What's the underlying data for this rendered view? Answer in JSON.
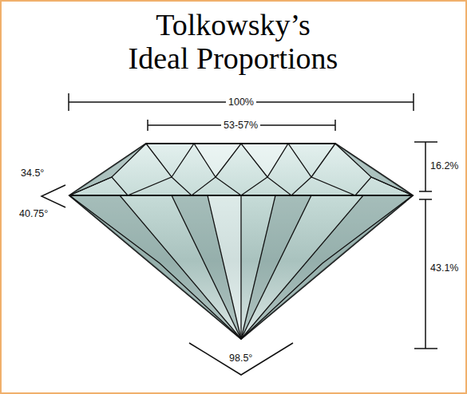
{
  "diagram": {
    "title": "Tolkowsky’s Ideal Proportions",
    "labels": [
      "100%",
      "53-57%",
      "34.5°",
      "40.75°",
      "16.2%",
      "43.1%",
      "98.5°"
    ]
  }
}
